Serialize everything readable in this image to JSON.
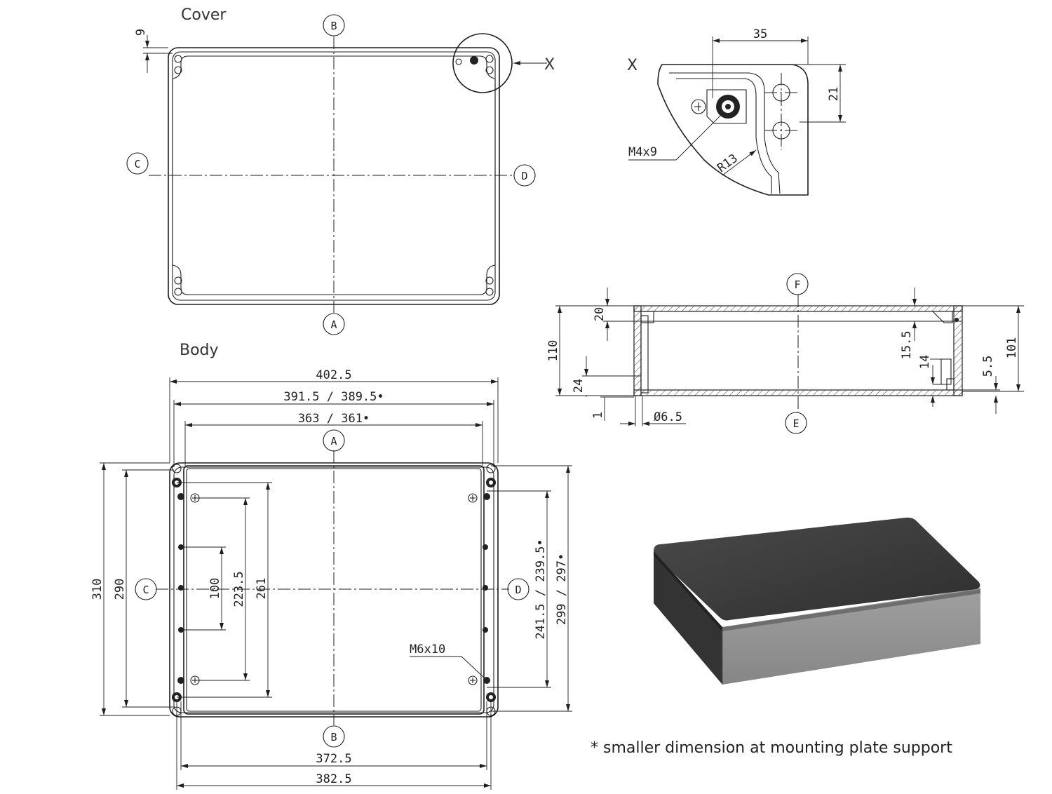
{
  "views": {
    "cover": {
      "title": "Cover",
      "detail_marker": "X"
    },
    "body": {
      "title": "Body"
    },
    "detail": {
      "title": "X",
      "thread_label": "M4x9",
      "radius_label": "R13"
    },
    "section": {}
  },
  "bubbles": {
    "a": "A",
    "b": "B",
    "c": "C",
    "d": "D",
    "e": "E",
    "f": "F"
  },
  "dimensions": {
    "cover_edge": "9",
    "detail_width": "35",
    "detail_height": "21",
    "overall_width": "402.5",
    "inner_width": "391.5 / 389.5•",
    "plate_width": "363 / 361•",
    "bottom_width_1": "372.5",
    "bottom_width_2": "382.5",
    "overall_height": "310",
    "height_290": "290",
    "height_100": "100",
    "height_223": "223.5",
    "height_261": "261",
    "height_241": "241.5 / 239.5•",
    "height_299": "299 / 297•",
    "body_screw": "M6x10",
    "section_110": "110",
    "section_20": "20",
    "section_24": "24",
    "section_1": "1",
    "section_hole": "Ø6.5",
    "section_15": "15.5",
    "section_14": "14",
    "section_55": "5.5",
    "section_101": "101"
  },
  "footnote": "* smaller dimension at mounting plate support",
  "colors": {
    "line": "#1e1e1e",
    "render_top": "#3c3c3c",
    "render_side": "#8f8f8f"
  }
}
